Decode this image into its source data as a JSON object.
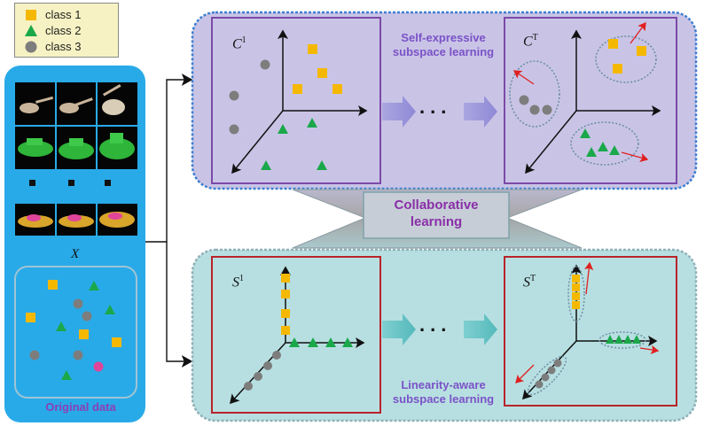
{
  "legend": {
    "items": [
      {
        "label": "class 1",
        "shape": "square",
        "color": "#f5b800"
      },
      {
        "label": "class 2",
        "shape": "triangle",
        "color": "#1aa84a"
      },
      {
        "label": "class 3",
        "shape": "circle",
        "color": "#7d7d7d"
      }
    ]
  },
  "left_panel": {
    "matrix_label": "X",
    "caption": "Original data",
    "image_rows": [
      "spoon",
      "toy-car-green",
      "toy-car-yellow"
    ]
  },
  "top_panel": {
    "caption_line1": "Self-expressive",
    "caption_line2": "subspace learning",
    "first_base": "C",
    "first_sup": "1",
    "last_base": "C",
    "last_sup": "T",
    "ellipsis": "..."
  },
  "bottom_panel": {
    "caption_line1": "Linearity-aware",
    "caption_line2": "subspace learning",
    "first_base": "S",
    "first_sup": "1",
    "last_base": "S",
    "last_sup": "T",
    "ellipsis": "..."
  },
  "collab": {
    "line1": "Collaborative",
    "line2": "learning"
  },
  "colors": {
    "class1": "#f5b800",
    "class2": "#1aa84a",
    "class3": "#7d7d7d",
    "left_bg": "#29aae8",
    "top_bg": "#c9c4e6",
    "bottom_bg": "#b7dfe1",
    "top_frame": "#7b4aa8",
    "bottom_frame": "#b8242a",
    "arrow_red": "#e02020"
  }
}
